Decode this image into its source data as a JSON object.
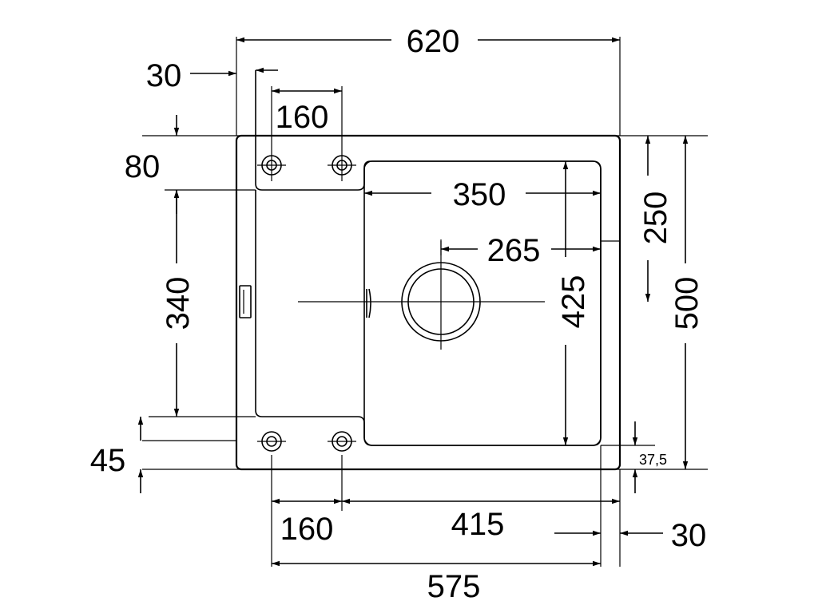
{
  "dimensions": {
    "overall_width": "620",
    "left_margin": "30",
    "top_hole_spacing": "160",
    "top_strip_height": "80",
    "bowl_width": "350",
    "drain_offset": "265",
    "drain_height_offset": "250",
    "overall_height": "500",
    "bowl_height": "425",
    "drainboard_height": "340",
    "bottom_strip_height": "45",
    "bottom_offset": "37,5",
    "bottom_hole_spacing": "160",
    "bowl_span": "415",
    "right_margin": "30",
    "inner_width": "575"
  }
}
